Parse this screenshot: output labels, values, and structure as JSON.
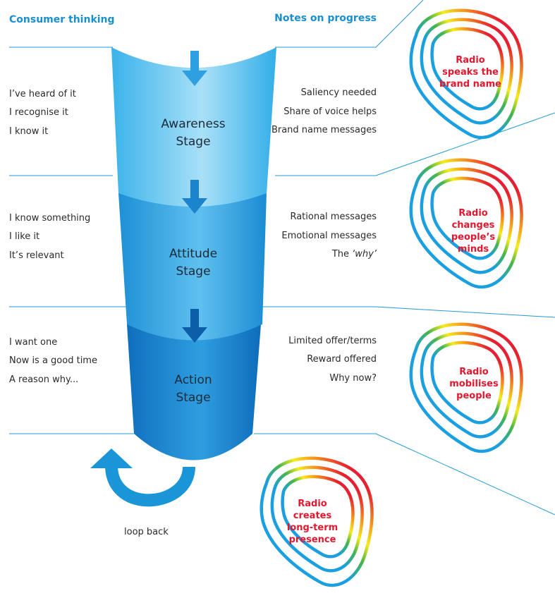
{
  "headers": {
    "left": "Consumer thinking",
    "right": "Notes on progress"
  },
  "stages": [
    {
      "name_line1": "Awareness",
      "name_line2": "Stage",
      "thoughts": [
        "I’ve heard of it",
        "I recognise it",
        "I know it"
      ],
      "notes": [
        "Saliency needed",
        "Share of voice helps",
        "Brand name messages"
      ],
      "badge": [
        "Radio",
        "speaks the",
        "brand name"
      ]
    },
    {
      "name_line1": "Attitude",
      "name_line2": "Stage",
      "thoughts": [
        "I know something",
        "I like it",
        "It’s relevant"
      ],
      "notes": [
        "Rational messages",
        "Emotional messages"
      ],
      "note_why_prefix": "The ",
      "note_why_em": "‘why’",
      "badge": [
        "Radio",
        "changes",
        "people’s",
        "minds"
      ]
    },
    {
      "name_line1": "Action",
      "name_line2": "Stage",
      "thoughts": [
        "I want one",
        "Now is a good time",
        "A reason why..."
      ],
      "notes": [
        "Limited offer/terms",
        "Reward offered",
        "Why now?"
      ],
      "badge": [
        "Radio",
        "mobilises",
        "people"
      ]
    }
  ],
  "loop_label": "loop back",
  "presence_badge": [
    "Radio",
    "creates",
    "long-term",
    "presence"
  ],
  "colors": {
    "accent": "#1a8fd0",
    "badge_text": "#e5172f",
    "line": "#1f9ad6"
  }
}
